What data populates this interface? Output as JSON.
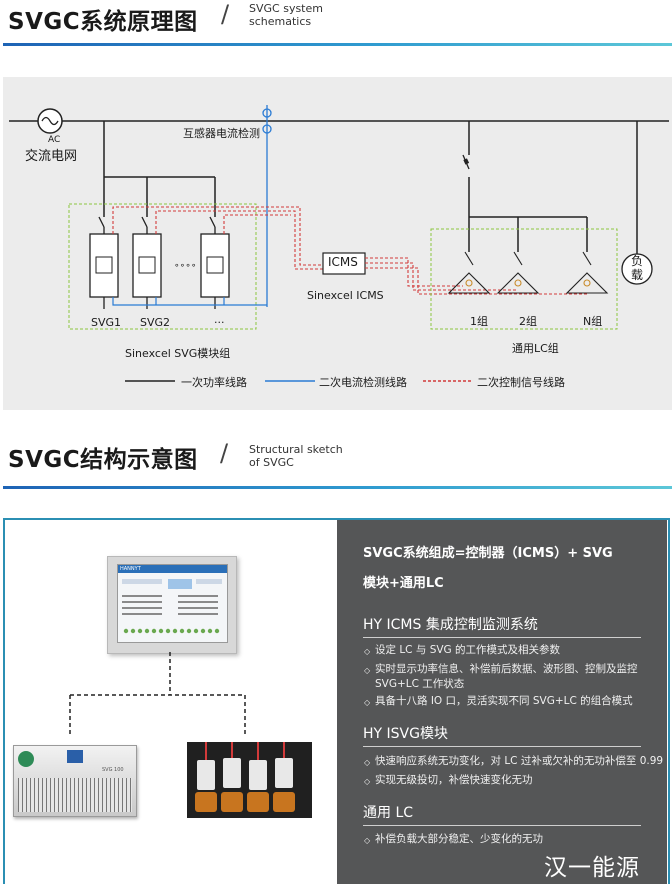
{
  "section1": {
    "title": "SVGC系统原理图",
    "subtitle": "SVGC system\nschematics"
  },
  "section2": {
    "title": "SVGC结构示意图",
    "subtitle": "Structural sketch\nof SVGC"
  },
  "diagram": {
    "ac_label": "AC",
    "grid_label": "交流电网",
    "ct_label": "互感器电流检测",
    "svg1": "SVG1",
    "svg2": "SVG2",
    "ellipsis": "...",
    "dots": "∘∘∘∘",
    "svg_group": "Sinexcel SVG模块组",
    "icms_box": "ICMS",
    "icms_label": "Sinexcel ICMS",
    "lc_group1": "1组",
    "lc_group2": "2组",
    "lc_groupN": "N组",
    "lc_groups": "通用LC组",
    "load_label": "负载",
    "legend": [
      {
        "label": "一次功率线路",
        "style": "solid",
        "color": "#222222"
      },
      {
        "label": "二次电流检测线路",
        "style": "solid",
        "color": "#2a7bd4"
      },
      {
        "label": "二次控制信号线路",
        "style": "dashed",
        "color": "#d23a3a"
      }
    ]
  },
  "structure": {
    "panel_heading_line1": "SVGC系统组成=控制器（ICMS）+ SVG",
    "panel_heading_line2": "模块+通用LC",
    "sec1_title": "HY ICMS 集成控制监测系统",
    "sec1_bullets": [
      "设定 LC 与 SVG 的工作模式及相关参数",
      "实时显示功率信息、补偿前后数据、波形图、控制及监控",
      "具备十八路 IO 口，灵活实现不同 SVG+LC 的组合模式"
    ],
    "sec1_bullet2_cont": "SVG+LC 工作状态",
    "sec2_title": "HY ISVG模块",
    "sec2_bullets": [
      "快速响应系统无功变化，对 LC 过补或欠补的无功补偿至 0.99",
      "实现无级投切，补偿快速变化无功"
    ],
    "sec3_title": "通用 LC",
    "sec3_bullets": [
      "补偿负载大部分稳定、少变化的无功"
    ],
    "brand": "汉一能源",
    "screen_brand": "HANNYT",
    "module_tag": "SVG 100",
    "colors": {
      "panel_bg": "#555657",
      "accent_blue": "#2a7bd4",
      "signal_red": "#d23a3a",
      "group_green": "#8cc63f"
    }
  }
}
